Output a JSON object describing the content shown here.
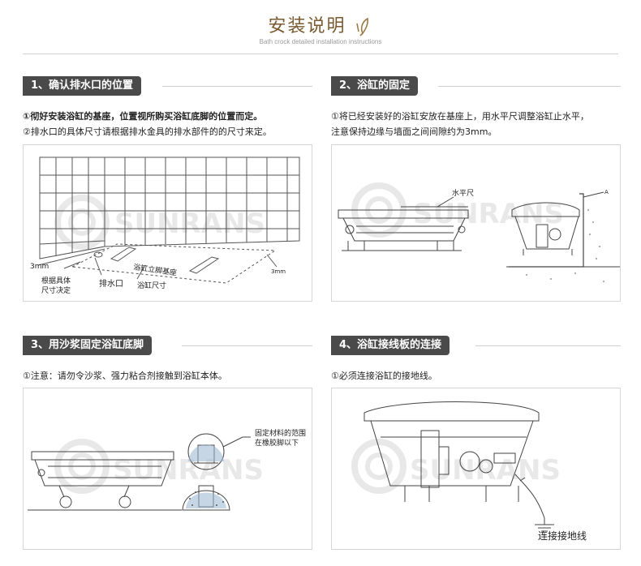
{
  "header": {
    "title": "安装说明",
    "subtitle": "Bath crock detailed installation instructions",
    "icon": "leaf-pen-icon"
  },
  "watermark": "SUNRANS",
  "sections": [
    {
      "tag": "1、确认排水口的位置",
      "lines": [
        "①彻好安装浴缸的基座，位置视所购买浴缸底脚的位置而定。",
        "②排水口的具体尺寸请根据排水金具的排水部件的的尺寸来定。"
      ],
      "labels": {
        "dim_left": "3mm",
        "dim_right": "3mm",
        "base": "浴缸立脚基座",
        "note1": "根据具体",
        "note2": "尺寸决定",
        "drain": "排水口",
        "size": "浴缸尺寸"
      }
    },
    {
      "tag": "2、浴缸的固定",
      "lines": [
        "①将已经安装好的浴缸安放在基座上，用水平尺调整浴缸止水平，",
        "注意保持边缘与墙面之间间隙约为3mm。"
      ],
      "labels": {
        "level": "水平尺",
        "a": "A"
      }
    },
    {
      "tag": "3、用沙浆固定浴缸底脚",
      "lines": [
        "①注意：请勿令沙浆、强力粘合剂接触到浴缸本体。"
      ],
      "labels": {
        "note1": "固定材料的范围",
        "note2": "在橡胶脚以下"
      }
    },
    {
      "tag": "4、浴缸接线板的连接",
      "lines": [
        "①必须连接浴缸的接地线。"
      ],
      "labels": {
        "ground": "连接接地线"
      }
    }
  ]
}
